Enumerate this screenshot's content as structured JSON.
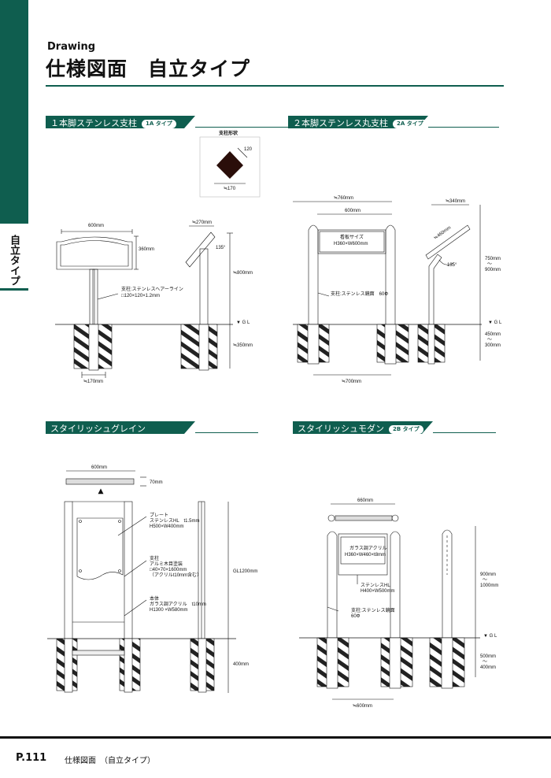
{
  "header": {
    "subtitle": "Drawing",
    "title": "仕様図面　自立タイプ"
  },
  "sidebar": {
    "label": "自立タイプ"
  },
  "sections": [
    {
      "title": "１本脚ステンレス支柱",
      "tag": "1A タイプ"
    },
    {
      "title": "２本脚ステンレス丸支柱",
      "tag": "2A タイプ"
    },
    {
      "title": "スタイリッシュグレイン",
      "tag": ""
    },
    {
      "title": "スタイリッシュモダン",
      "tag": "2B タイプ"
    }
  ],
  "drawing1": {
    "post_shape_title": "支柱形状",
    "dim_120": "120",
    "dim_170": "≒170",
    "w600": "600mm",
    "h360": "360mm",
    "w270": "≒270mm",
    "angle": "135°",
    "h800": "≒800mm",
    "post_line1": "支柱:ステンレスヘアーライン",
    "post_line2": "□120×120×1.2mm",
    "gl": "▼ G L",
    "d350": "≒350mm",
    "w170": "≒170mm"
  },
  "drawing2": {
    "w760": "≒760mm",
    "w600": "600mm",
    "sign_line1": "看板サイズ",
    "sign_line2": "H360×W600mm",
    "w340": "≒340mm",
    "d460": "≒460mm",
    "angle": "135°",
    "h750": "750mm",
    "tilde": "〜",
    "h900": "900mm",
    "post": "支柱:ステンレス鏡面　60Φ",
    "gl": "▼ G L",
    "d450": "450mm",
    "d300": "300mm",
    "w700": "≒700mm"
  },
  "drawing3": {
    "w600": "600mm",
    "d70": "70mm",
    "plate1": "プレート",
    "plate2": "ステンレスHL　t1.5mm",
    "plate3": "H500×W400mm",
    "post1": "支柱",
    "post2": "アルミ木目塗装",
    "post3": "□40×70×1600mm",
    "post4": "（アクリルt10mm含む）",
    "body1": "本体",
    "body2": "ガラス調アクリル　t10mm",
    "body3": "H1300 ×W580mm",
    "gl1200": "GL1200mm",
    "d400": "400mm"
  },
  "drawing4": {
    "w660": "660mm",
    "glass1": "ガラス調アクリル",
    "glass2": "H360×W460×t8mm",
    "hl1": "ステンレスHL",
    "hl2": "H400×W500mm",
    "post1": "支柱:ステンレス鏡面",
    "post2": "60Φ",
    "h900": "900mm",
    "tilde": "〜",
    "h1000": "1000mm",
    "gl": "▼ G L",
    "d500": "500mm",
    "d400": "400mm",
    "w600": "≒600mm"
  },
  "footer": {
    "page": "P.111",
    "text": "仕様図面　（自立タイプ）"
  }
}
